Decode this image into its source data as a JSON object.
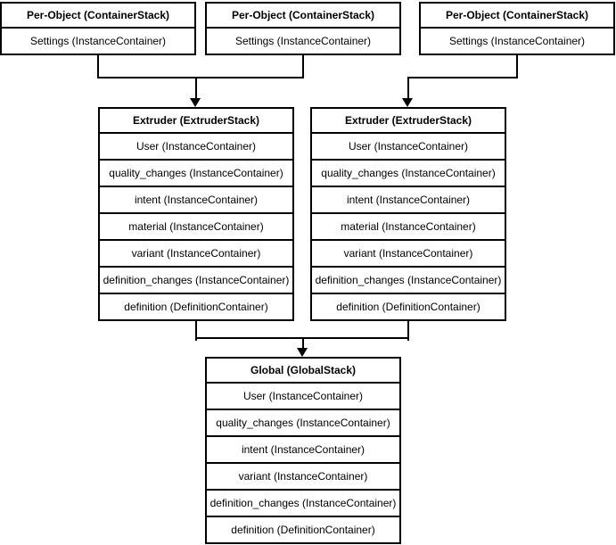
{
  "colors": {
    "border": "#000000",
    "background": "#ffffff",
    "text": "#000000"
  },
  "per_object_stacks": [
    {
      "title": "Per-Object (ContainerStack)",
      "rows": [
        "Settings (InstanceContainer)"
      ]
    },
    {
      "title": "Per-Object (ContainerStack)",
      "rows": [
        "Settings (InstanceContainer)"
      ]
    },
    {
      "title": "Per-Object (ContainerStack)",
      "rows": [
        "Settings (InstanceContainer)"
      ]
    }
  ],
  "extruder_stacks": [
    {
      "title": "Extruder (ExtruderStack)",
      "rows": [
        "User (InstanceContainer)",
        "quality_changes (InstanceContainer)",
        "intent (InstanceContainer)",
        "material (InstanceContainer)",
        "variant (InstanceContainer)",
        "definition_changes (InstanceContainer)",
        "definition (DefinitionContainer)"
      ]
    },
    {
      "title": "Extruder (ExtruderStack)",
      "rows": [
        "User (InstanceContainer)",
        "quality_changes (InstanceContainer)",
        "intent (InstanceContainer)",
        "material (InstanceContainer)",
        "variant (InstanceContainer)",
        "definition_changes (InstanceContainer)",
        "definition (DefinitionContainer)"
      ]
    }
  ],
  "global_stack": {
    "title": "Global (GlobalStack)",
    "rows": [
      "User (InstanceContainer)",
      "quality_changes (InstanceContainer)",
      "intent (InstanceContainer)",
      "variant (InstanceContainer)",
      "definition_changes (InstanceContainer)",
      "definition (DefinitionContainer)"
    ]
  }
}
